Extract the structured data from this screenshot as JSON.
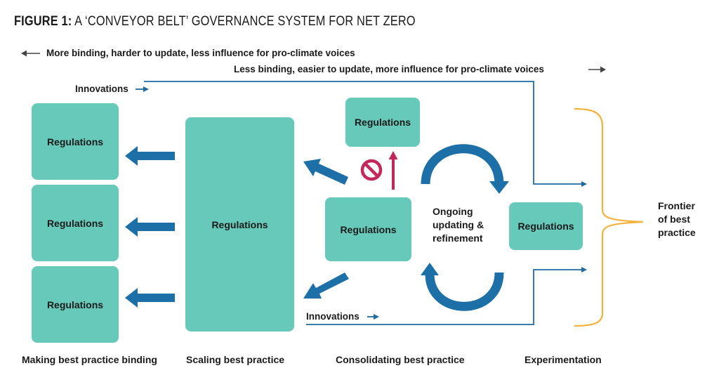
{
  "figure": {
    "label": "FIGURE 1:",
    "title": "A ‘CONVEYOR BELT’ GOVERNANCE SYSTEM FOR NET ZERO"
  },
  "legend": {
    "left": "More binding, harder to update, less influence for pro-climate voices",
    "right": "Less binding, easier to update, more influence for pro-climate voices"
  },
  "boxes": {
    "binding_1": "Regulations",
    "binding_2": "Regulations",
    "binding_3": "Regulations",
    "scaling": "Regulations",
    "consolidating_top": "Regulations",
    "consolidating_main": "Regulations",
    "experimentation": "Regulations"
  },
  "innovations": {
    "top": "Innovations",
    "bottom": "Innovations"
  },
  "cycle": {
    "line1": "Ongoing",
    "line2": "updating &",
    "line3": "refinement"
  },
  "frontier": {
    "line1": "Frontier",
    "line2": "of best",
    "line3": "practice"
  },
  "stages": {
    "binding": "Making best practice binding",
    "scaling": "Scaling best practice",
    "consolidating": "Consolidating best practice",
    "experimentation": "Experimentation"
  },
  "colors": {
    "box": "#66c9ba",
    "arrow_blue": "#1c6fa7",
    "line_blue": "#1f6aa3",
    "blocked": "#c2285a",
    "frontier_bracket": "#f3b13a",
    "legend_arrow": "#444444"
  }
}
